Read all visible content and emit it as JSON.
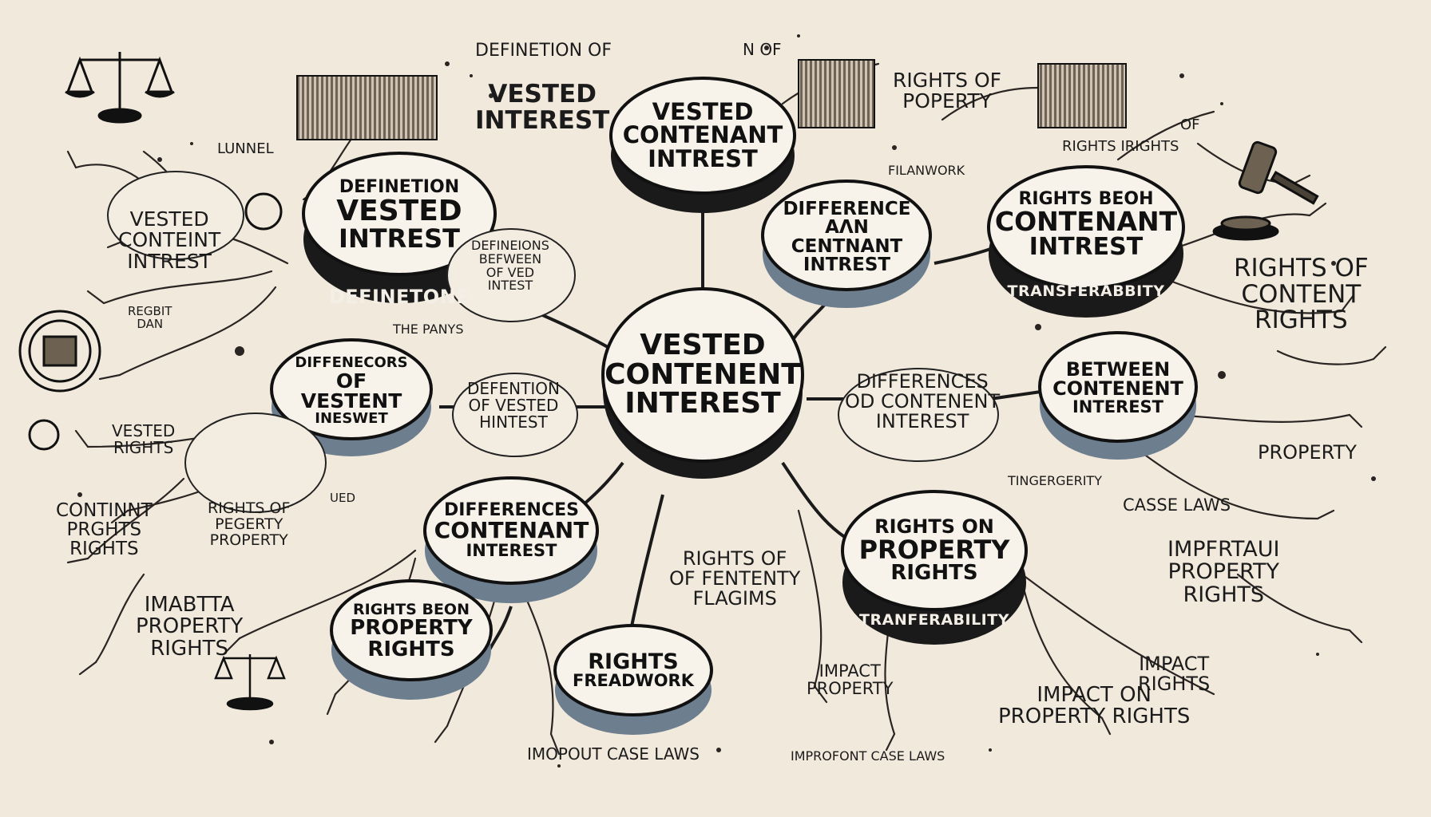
{
  "center": {
    "line1": "VESTED",
    "line2": "CONTENENT",
    "line3": "INTEREST"
  },
  "nodes": [
    {
      "id": "top",
      "line1": "VESTED",
      "line2": "CONTENANT",
      "line3": "INTREST",
      "band": ""
    },
    {
      "id": "def-left",
      "line1": "DEFINETION",
      "line2": "VESTED",
      "line3": "INTREST",
      "band": "DEFINETONE"
    },
    {
      "id": "diff-right",
      "line1": "DIFFERENCE",
      "line2": "AɅN CENTNANT",
      "line3": "INTREST",
      "band": ""
    },
    {
      "id": "rights-right",
      "line1": "RIGHTS BEOH",
      "line2": "CONTENANT",
      "line3": "INTREST",
      "band": "TRANSFERABBITY"
    },
    {
      "id": "diff-left",
      "line1": "DIFFENECORS",
      "line2": "OF VESTENT",
      "line3": "INESWET",
      "band": ""
    },
    {
      "id": "between",
      "line1": "BETWEEN",
      "line2": "CONTENENT",
      "line3": "INTEREST",
      "band": ""
    },
    {
      "id": "diff-bottom",
      "line1": "DIFFERENCES",
      "line2": "CONTENANT",
      "line3": "INTEREST",
      "band": ""
    },
    {
      "id": "rights-on",
      "line1": "RIGHTS ON",
      "line2": "PROPERTY",
      "line3": "RIGHTS",
      "band": "TRANFERABILITY"
    },
    {
      "id": "rights-beon",
      "line1": "RIGHTS BEON",
      "line2": "PROPERTY",
      "line3": "RIGHTS",
      "band": ""
    },
    {
      "id": "freadwork",
      "line1": "RIGHTS",
      "line2": "FREADWORK",
      "line3": "",
      "band": ""
    }
  ],
  "labels": {
    "definetion_of_top": "DEFINETION OF",
    "n_of": "N OF",
    "vested_interest": "VESTED\nINTEREST",
    "rights_of_poperty": "RIGHTS OF\nPOPERTY",
    "rights_of_rights": "RIGHTS  IRIGHTS",
    "of_small": "OF",
    "fmanwork": "FILANWORK",
    "lunnel": "LUNNEL",
    "vested_conteint_intrest": "VESTED\nCONTEINT\nINTREST",
    "definitions_between": "DEFINEIONS\nBEFWEEN\nOF VED\nINTEST",
    "the_panys": "THE PANYS",
    "rights_of_content_rights": "RIGHTS OF\nCONTENT\nRIGHTS",
    "regbit_dan": "REGBIT\nDAN",
    "defention_of_vested": "DEFENTION\nOF VESTED\nHINTEST",
    "differences_od_content": "DIFFERENCES\nOD CONTENENT\nINTEREST",
    "vested_rights": "VESTED\nRIGHTS",
    "property_right": "PROPERTY",
    "continnt_prghts": "CONTINNT\nPRGHTS\nRIGHTS",
    "rights_of_pegerty": "RIGHTS OF\nPEGERTY\nPROPERTY",
    "ued": "UED",
    "tingergerity": "TINGERGERITY",
    "casse_laws": "CASSE LAWS",
    "imfartaui_property": "IMPFRTAUI\nPROPERTY\nRIGHTS",
    "imabtta_property": "IMABTTA\nPROPERTY\nRIGHTS",
    "rights_of_fentenity": "RIGHTS OF\nOF FENTENTY\nFLAGIMS",
    "impact_property": "IMPACT\nPROPERTY",
    "impact_rights": "IMPACT\nRIGHTS",
    "impact_on_property": "IMPACT ON\nPROPERTY RIGHTS",
    "imoput_case_laws": "IMOPOUT CASE LAWS",
    "improfont_case_laws": "IMPROFONT CASE LAWS"
  },
  "icons": {
    "scale_top_left": "balance-scale-icon",
    "scale_bottom_left": "balance-scale-icon",
    "gavel": "gavel-icon",
    "seal": "seal-icon",
    "books": "books-icon"
  },
  "colors": {
    "background": "#f1e9dc",
    "ink": "#161616",
    "disc_face": "#f7f2ea",
    "disc_side_gray": "#6d7e8f",
    "disc_side_dark": "#1a1a1a"
  }
}
